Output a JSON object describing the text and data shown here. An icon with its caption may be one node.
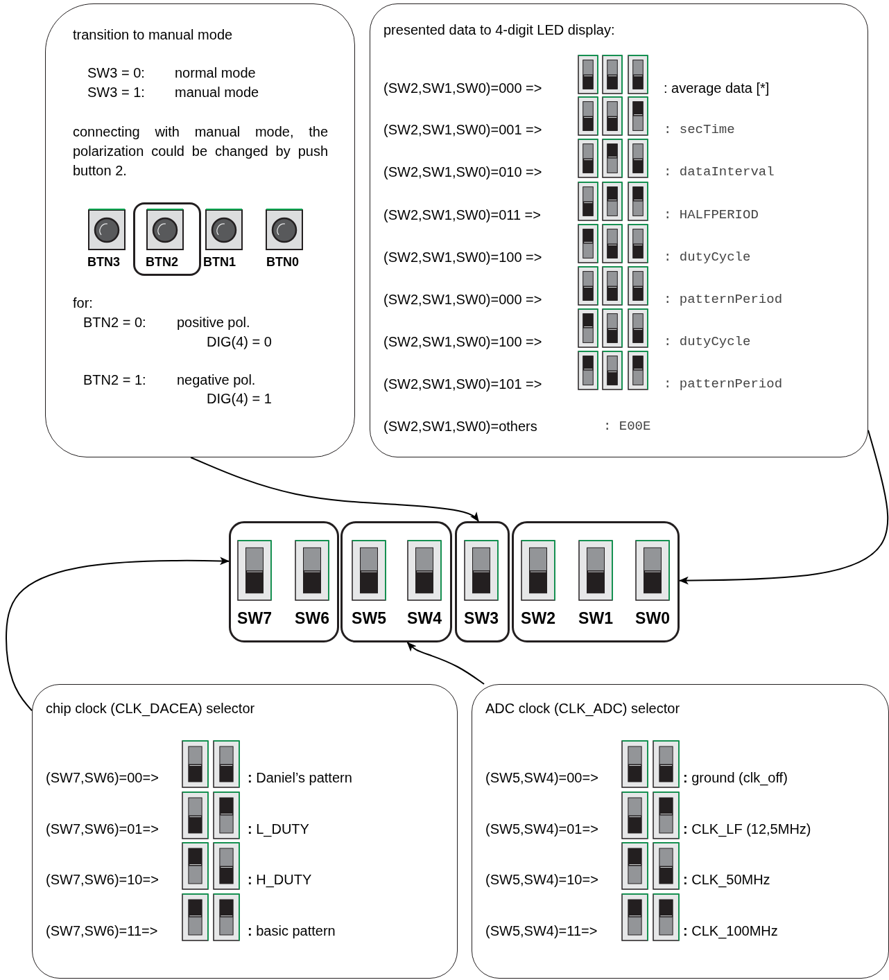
{
  "diagram": {
    "nodes": [
      {
        "text": [
          "transition to manual mode",
          "SW3 = 0:",
          "normal mode",
          "SW3 = 1:",
          "manual mode",
          "connecting with manual mode, the polarization could be changed by push button 2.",
          "BTN3",
          "BTN1",
          "BTN0",
          "for:",
          "BTN2 = 0:",
          "positive pol.",
          "DIG(4) = 0",
          "BTN2 = 1:",
          "negative pol.",
          "DIG(4) = 1"
        ]
      },
      {
        "text": [
          "BTN2"
        ],
        "in": 0
      },
      {
        "text": [
          "presented data to 4-digit LED display:",
          "(SW2,SW1,SW0)=000 =>",
          ": average data [*]",
          "(SW2,SW1,SW0)=001 =>",
          ": secTime",
          "(SW2,SW1,SW0)=010 =>",
          ": dataInterval",
          "(SW2,SW1,SW0)=011 =>",
          ": HALFPERIOD",
          "(SW2,SW1,SW0)=100 =>",
          ": dutyCycle",
          "(SW2,SW1,SW0)=000 =>",
          ": patternPeriod",
          "(SW2,SW1,SW0)=100 =>",
          ": dutyCycle",
          "(SW2,SW1,SW0)=101 =>",
          ": patternPeriod",
          "(SW2,SW1,SW0)=others",
          ": E00E"
        ]
      },
      {
        "text": [
          "SW7",
          "SW6"
        ]
      },
      {
        "text": [
          "SW5",
          "SW4"
        ]
      },
      {
        "text": [
          "SW3"
        ]
      },
      {
        "text": [
          "SW2",
          "SW1",
          "SW0"
        ]
      },
      {
        "text": [
          "chip clock (CLK_DACEA) selector",
          "(SW7,SW6)=00=>",
          "**:** Daniel’s pattern",
          "(SW7,SW6)=01=>",
          "**:** L_DUTY",
          "(SW7,SW6)=10=>",
          "**:** H_DUTY",
          "(SW7,SW6)=11=>",
          "**:** basic pattern"
        ]
      },
      {
        "text": [
          "ADC clock (CLK_ADC) selector",
          "(SW5,SW4)=00=>",
          "**:** ground (clk_off)",
          "(SW5,SW4)=01=>",
          "**:** CLK_LF (12,5MHz)",
          "(SW5,SW4)=10=>",
          "**:** CLK_50MHz",
          "(SW5,SW4)=11=>",
          "**:** CLK_100MHz"
        ]
      }
    ],
    "edges": [
      {
        "from": 0,
        "to": 5,
        "arrow": "to"
      },
      {
        "from": 2,
        "to": 6,
        "arrow": "to"
      },
      {
        "from": 7,
        "to": 3,
        "arrow": "to"
      },
      {
        "from": 8,
        "to": 4,
        "arrow": "to"
      }
    ]
  }
}
